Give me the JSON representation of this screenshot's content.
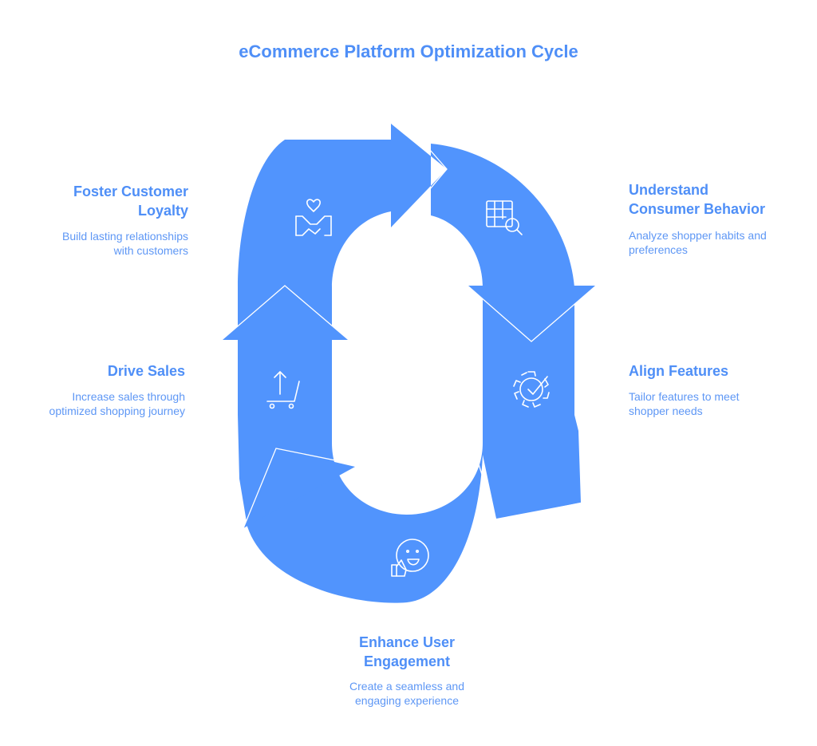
{
  "title": "eCommerce Platform Optimization Cycle",
  "colors": {
    "accent": "#4f8ff7",
    "shape": "#5194fd",
    "icon": "#ffffff"
  },
  "steps": [
    {
      "id": "understand",
      "heading": "Understand Consumer Behavior",
      "heading_lines": [
        "Understand",
        "Consumer Behavior"
      ],
      "desc_lines": [
        "Analyze shopper habits and",
        "preferences"
      ],
      "icon": "table-search-icon"
    },
    {
      "id": "align",
      "heading": "Align Features",
      "heading_lines": [
        "Align Features"
      ],
      "desc_lines": [
        "Tailor features to meet",
        "shopper needs"
      ],
      "icon": "gear-check-icon"
    },
    {
      "id": "engage",
      "heading": "Enhance User Engagement",
      "heading_lines": [
        "Enhance User",
        "Engagement"
      ],
      "desc_lines": [
        "Create a seamless and",
        "engaging experience"
      ],
      "icon": "smiley-thumbs-up-icon"
    },
    {
      "id": "sales",
      "heading": "Drive Sales",
      "heading_lines": [
        "Drive Sales"
      ],
      "desc_lines": [
        "Increase sales through",
        "optimized shopping journey"
      ],
      "icon": "cart-upload-icon"
    },
    {
      "id": "loyalty",
      "heading": "Foster Customer Loyalty",
      "heading_lines": [
        "Foster Customer",
        "Loyalty"
      ],
      "desc_lines": [
        "Build lasting relationships",
        "with customers"
      ],
      "icon": "handshake-heart-icon"
    }
  ]
}
